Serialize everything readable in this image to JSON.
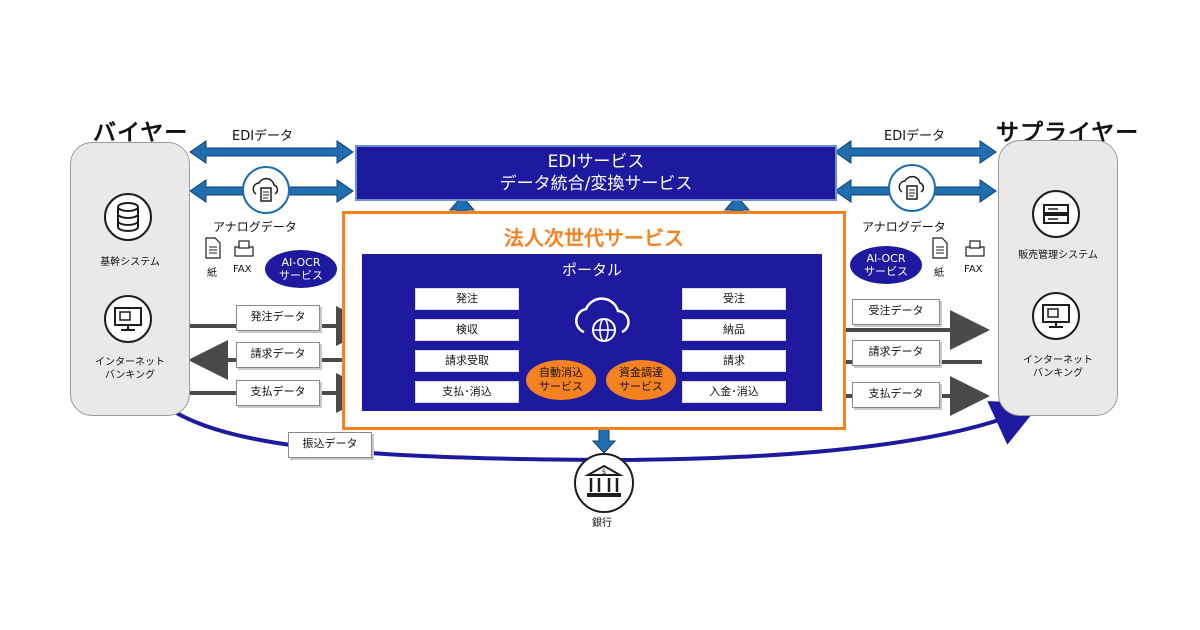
{
  "buyer": {
    "title": "バイヤー",
    "core_system": "基幹システム",
    "internet_banking_line1": "インターネット",
    "internet_banking_line2": "バンキング"
  },
  "supplier": {
    "title": "サプライヤー",
    "sales_system": "販売管理システム",
    "internet_banking_line1": "インターネット",
    "internet_banking_line2": "バンキング"
  },
  "edi": {
    "left_label": "EDIデータ",
    "right_label": "EDIデータ",
    "service_line1": "EDIサービス",
    "service_line2": "データ統合/変換サービス"
  },
  "analog": {
    "left_label": "アナログデータ",
    "right_label": "アナログデータ",
    "paper": "紙",
    "fax": "FAX",
    "ai_ocr_line1": "AI-OCR",
    "ai_ocr_line2": "サービス"
  },
  "corporate": {
    "title": "法人次世代サービス",
    "portal_title": "ポータル",
    "left_functions": [
      "発注",
      "検収",
      "請求受取",
      "支払･消込"
    ],
    "right_functions": [
      "受注",
      "納品",
      "請求",
      "入金･消込"
    ],
    "auto_reconcile_line1": "自動消込",
    "auto_reconcile_line2": "サービス",
    "funding_line1": "資金調達",
    "funding_line2": "サービス"
  },
  "left_docs": [
    "発注データ",
    "請求データ",
    "支払データ"
  ],
  "right_docs": [
    "受注データ",
    "請求データ",
    "支払データ"
  ],
  "transfer_doc": "振込データ",
  "bank_label": "銀行",
  "colors": {
    "navy": "#1e1aa0",
    "orange": "#f58220",
    "arrow_blue": "#1f6fb0",
    "arrow_gray": "#4a4a4a"
  }
}
